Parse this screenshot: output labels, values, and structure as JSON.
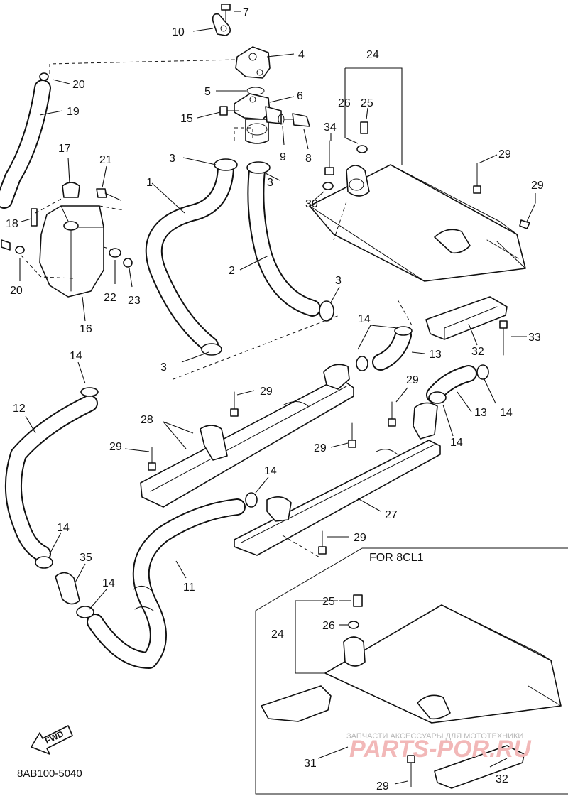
{
  "diagram_code": "8AB100-5040",
  "variant_label": "FOR 8CL1",
  "direction_label": "FWD",
  "watermark": {
    "line1": "ЗАПЧАСТИ АКСЕССУАРЫ ДЛЯ МОТОТЕХНИКИ",
    "line2": "PARTS-POR.RU"
  },
  "callouts": {
    "c1": "1",
    "c2": "2",
    "c3a": "3",
    "c3b": "3",
    "c3c": "3",
    "c3d": "3",
    "c4": "4",
    "c5": "5",
    "c6": "6",
    "c7": "7",
    "c8": "8",
    "c9": "9",
    "c10": "10",
    "c11": "11",
    "c12": "12",
    "c13a": "13",
    "c13b": "13",
    "c14a": "14",
    "c14b": "14",
    "c14c": "14",
    "c14d": "14",
    "c14e": "14",
    "c14f": "14",
    "c14g": "14",
    "c15": "15",
    "c16": "16",
    "c17": "17",
    "c18": "18",
    "c19": "19",
    "c20a": "20",
    "c20b": "20",
    "c21": "21",
    "c22": "22",
    "c23": "23",
    "c24a": "24",
    "c24b": "24",
    "c25a": "25",
    "c25b": "25",
    "c26a": "26",
    "c26b": "26",
    "c27": "27",
    "c28": "28",
    "c29a": "29",
    "c29b": "29",
    "c29c": "29",
    "c29d": "29",
    "c29e": "29",
    "c29f": "29",
    "c29g": "29",
    "c29h": "29",
    "c30": "30",
    "c31": "31",
    "c32a": "32",
    "c32b": "32",
    "c33": "33",
    "c34": "34",
    "c35": "35"
  }
}
